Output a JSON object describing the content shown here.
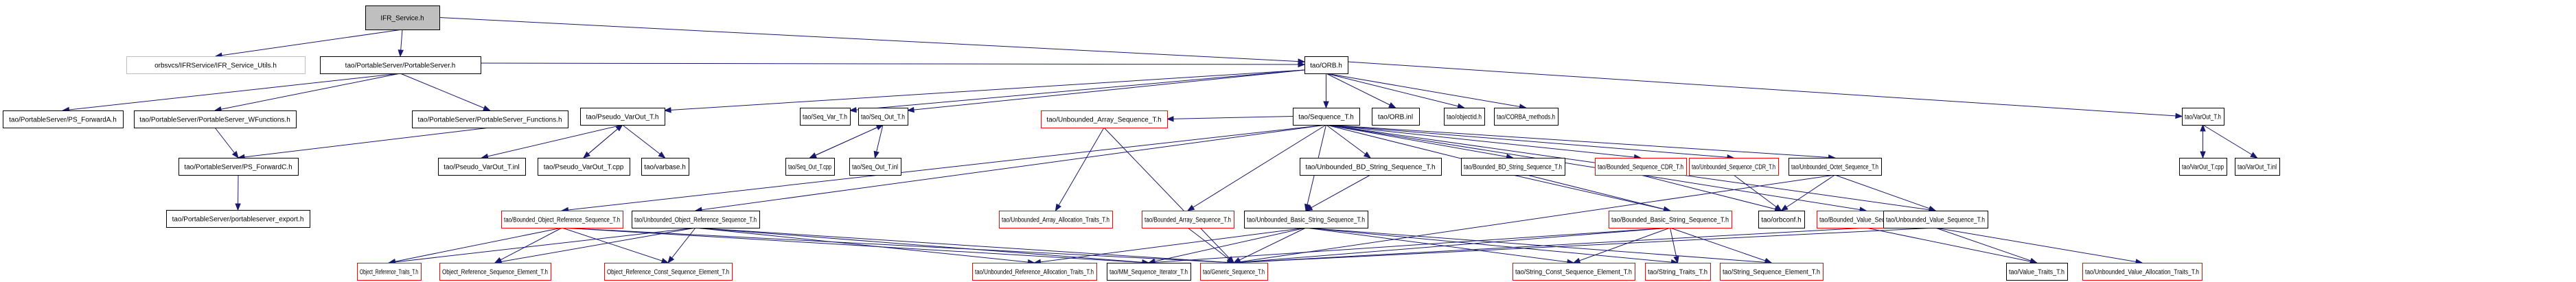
{
  "title": "IFR_Service.h include dependency graph",
  "colors": {
    "edge": "#191970",
    "root_fill": "#bfbfbf",
    "normal_border": "#000000",
    "missing_border": "#bfbfbf",
    "truncated_border": "#ff0000"
  },
  "nodes": [
    {
      "id": "ifr_service",
      "label": "IFR_Service.h",
      "kind": "root"
    },
    {
      "id": "ifr_utils",
      "label": "orbsvcs/IFRService/IFR_Service_Utils.h",
      "kind": "missing"
    },
    {
      "id": "ps_h",
      "label": "tao/PortableServer/PortableServer.h",
      "kind": "normal"
    },
    {
      "id": "ps_fwdA",
      "label": "tao/PortableServer/PS_ForwardA.h",
      "kind": "normal"
    },
    {
      "id": "ps_wfunc",
      "label": "tao/PortableServer/PortableServer_WFunctions.h",
      "kind": "normal"
    },
    {
      "id": "ps_func",
      "label": "tao/PortableServer/PortableServer_Functions.h",
      "kind": "normal"
    },
    {
      "id": "ps_fwdC",
      "label": "tao/PortableServer/PS_ForwardC.h",
      "kind": "normal"
    },
    {
      "id": "ps_export",
      "label": "tao/PortableServer/portableserver_export.h",
      "kind": "normal"
    },
    {
      "id": "orb_h",
      "label": "tao/ORB.h",
      "kind": "normal"
    },
    {
      "id": "pvo_h",
      "label": "tao/Pseudo_VarOut_T.h",
      "kind": "normal"
    },
    {
      "id": "pvo_inl",
      "label": "tao/Pseudo_VarOut_T.inl",
      "kind": "normal"
    },
    {
      "id": "pvo_cpp",
      "label": "tao/Pseudo_VarOut_T.cpp",
      "kind": "normal"
    },
    {
      "id": "varbase",
      "label": "tao/varbase.h",
      "kind": "normal"
    },
    {
      "id": "seqvar",
      "label": "tao/Seq_Var_T.h",
      "kind": "normal"
    },
    {
      "id": "seqout_h",
      "label": "tao/Seq_Out_T.h",
      "kind": "normal"
    },
    {
      "id": "seqout_cpp",
      "label": "tao/Seq_Out_T.cpp",
      "kind": "normal"
    },
    {
      "id": "seqout_inl",
      "label": "tao/Seq_Out_T.inl",
      "kind": "normal"
    },
    {
      "id": "seq_t",
      "label": "tao/Sequence_T.h",
      "kind": "normal"
    },
    {
      "id": "orb_inl",
      "label": "tao/ORB.inl",
      "kind": "normal"
    },
    {
      "id": "objectid",
      "label": "tao/objectid.h",
      "kind": "normal"
    },
    {
      "id": "corba_m",
      "label": "tao/CORBA_methods.h",
      "kind": "normal"
    },
    {
      "id": "varout_h",
      "label": "tao/VarOut_T.h",
      "kind": "normal"
    },
    {
      "id": "varout_cpp",
      "label": "tao/VarOut_T.cpp",
      "kind": "normal"
    },
    {
      "id": "varout_inl",
      "label": "tao/VarOut_T.inl",
      "kind": "normal"
    },
    {
      "id": "ua_seq",
      "label": "tao/Unbounded_Array_Sequence_T.h",
      "kind": "truncated"
    },
    {
      "id": "ubd_str",
      "label": "tao/Unbounded_BD_String_Sequence_T.h",
      "kind": "normal"
    },
    {
      "id": "bbd_str",
      "label": "tao/Bounded_BD_String_Sequence_T.h",
      "kind": "normal"
    },
    {
      "id": "b_cdr",
      "label": "tao/Bounded_Sequence_CDR_T.h",
      "kind": "truncated"
    },
    {
      "id": "u_cdr",
      "label": "tao/Unbounded_Sequence_CDR_T.h",
      "kind": "truncated"
    },
    {
      "id": "u_octet",
      "label": "tao/Unbounded_Octet_Sequence_T.h",
      "kind": "normal"
    },
    {
      "id": "b_objref",
      "label": "tao/Bounded_Object_Reference_Sequence_T.h",
      "kind": "truncated"
    },
    {
      "id": "u_objref",
      "label": "tao/Unbounded_Object_Reference_Sequence_T.h",
      "kind": "normal"
    },
    {
      "id": "ua_alloc",
      "label": "tao/Unbounded_Array_Allocation_Traits_T.h",
      "kind": "truncated"
    },
    {
      "id": "ba_seq",
      "label": "tao/Bounded_Array_Sequence_T.h",
      "kind": "truncated"
    },
    {
      "id": "ubs_str",
      "label": "tao/Unbounded_Basic_String_Sequence_T.h",
      "kind": "normal"
    },
    {
      "id": "bbs_str",
      "label": "tao/Bounded_Basic_String_Sequence_T.h",
      "kind": "truncated"
    },
    {
      "id": "orbconf",
      "label": "tao/orbconf.h",
      "kind": "normal"
    },
    {
      "id": "bv_seq",
      "label": "tao/Bounded_Value_Sequence_T.h",
      "kind": "truncated"
    },
    {
      "id": "uv_seq",
      "label": "tao/Unbounded_Value_Sequence_T.h",
      "kind": "normal"
    },
    {
      "id": "or_traits",
      "label": "Object_Reference_Traits_T.h",
      "kind": "truncated"
    },
    {
      "id": "or_elem",
      "label": "Object_Reference_Sequence_Element_T.h",
      "kind": "truncated"
    },
    {
      "id": "or_celem",
      "label": "Object_Reference_Const_Sequence_Element_T.h",
      "kind": "truncated"
    },
    {
      "id": "ur_alloc",
      "label": "tao/Unbounded_Reference_Allocation_Traits_T.h",
      "kind": "truncated"
    },
    {
      "id": "mm_iter",
      "label": "tao/MM_Sequence_Iterator_T.h",
      "kind": "normal"
    },
    {
      "id": "generic",
      "label": "tao/Generic_Sequence_T.h",
      "kind": "truncated"
    },
    {
      "id": "str_celem",
      "label": "tao/String_Const_Sequence_Element_T.h",
      "kind": "truncated"
    },
    {
      "id": "str_traits",
      "label": "tao/String_Traits_T.h",
      "kind": "truncated"
    },
    {
      "id": "str_elem",
      "label": "tao/String_Sequence_Element_T.h",
      "kind": "truncated"
    },
    {
      "id": "val_traits",
      "label": "tao/Value_Traits_T.h",
      "kind": "normal"
    },
    {
      "id": "uv_alloc",
      "label": "tao/Unbounded_Value_Allocation_Traits_T.h",
      "kind": "truncated"
    }
  ],
  "edges": [
    [
      "ifr_service",
      "ifr_utils"
    ],
    [
      "ifr_service",
      "ps_h"
    ],
    [
      "ifr_service",
      "orb_h"
    ],
    [
      "ps_h",
      "ps_fwdA"
    ],
    [
      "ps_h",
      "ps_wfunc"
    ],
    [
      "ps_h",
      "ps_func"
    ],
    [
      "ps_h",
      "orb_h"
    ],
    [
      "ps_wfunc",
      "ps_fwdC"
    ],
    [
      "ps_func",
      "ps_fwdC"
    ],
    [
      "ps_fwdC",
      "ps_export"
    ],
    [
      "orb_h",
      "pvo_h"
    ],
    [
      "orb_h",
      "seqvar"
    ],
    [
      "orb_h",
      "seqout_h"
    ],
    [
      "orb_h",
      "seq_t"
    ],
    [
      "orb_h",
      "orb_inl"
    ],
    [
      "orb_h",
      "objectid"
    ],
    [
      "orb_h",
      "corba_m"
    ],
    [
      "orb_h",
      "varout_h"
    ],
    [
      "pvo_h",
      "pvo_inl"
    ],
    [
      "pvo_h",
      "pvo_cpp"
    ],
    [
      "pvo_cpp",
      "pvo_h"
    ],
    [
      "pvo_h",
      "varbase"
    ],
    [
      "seqout_h",
      "seqout_cpp"
    ],
    [
      "seqout_cpp",
      "seqout_h"
    ],
    [
      "seqout_h",
      "seqout_inl"
    ],
    [
      "varout_h",
      "varout_cpp"
    ],
    [
      "varout_cpp",
      "varout_h"
    ],
    [
      "varout_h",
      "varout_inl"
    ],
    [
      "seq_t",
      "ua_seq"
    ],
    [
      "seq_t",
      "ubd_str"
    ],
    [
      "seq_t",
      "bbd_str"
    ],
    [
      "seq_t",
      "b_cdr"
    ],
    [
      "seq_t",
      "u_cdr"
    ],
    [
      "seq_t",
      "u_octet"
    ],
    [
      "seq_t",
      "b_objref"
    ],
    [
      "seq_t",
      "u_objref"
    ],
    [
      "seq_t",
      "ba_seq"
    ],
    [
      "seq_t",
      "ubs_str"
    ],
    [
      "seq_t",
      "bbs_str"
    ],
    [
      "seq_t",
      "bv_seq"
    ],
    [
      "seq_t",
      "uv_seq"
    ],
    [
      "ua_seq",
      "ua_alloc"
    ],
    [
      "ua_seq",
      "generic"
    ],
    [
      "ubd_str",
      "ubs_str"
    ],
    [
      "bbd_str",
      "bbs_str"
    ],
    [
      "b_cdr",
      "orbconf"
    ],
    [
      "u_cdr",
      "orbconf"
    ],
    [
      "u_octet",
      "orbconf"
    ],
    [
      "u_octet",
      "uv_seq"
    ],
    [
      "u_octet",
      "generic"
    ],
    [
      "b_objref",
      "or_traits"
    ],
    [
      "b_objref",
      "or_elem"
    ],
    [
      "b_objref",
      "or_celem"
    ],
    [
      "b_objref",
      "mm_iter"
    ],
    [
      "b_objref",
      "generic"
    ],
    [
      "u_objref",
      "or_traits"
    ],
    [
      "u_objref",
      "or_elem"
    ],
    [
      "u_objref",
      "or_celem"
    ],
    [
      "u_objref",
      "ur_alloc"
    ],
    [
      "u_objref",
      "mm_iter"
    ],
    [
      "u_objref",
      "generic"
    ],
    [
      "ba_seq",
      "generic"
    ],
    [
      "ubs_str",
      "ur_alloc"
    ],
    [
      "ubs_str",
      "generic"
    ],
    [
      "ubs_str",
      "str_celem"
    ],
    [
      "ubs_str",
      "str_traits"
    ],
    [
      "ubs_str",
      "str_elem"
    ],
    [
      "ubs_str",
      "mm_iter"
    ],
    [
      "bbs_str",
      "generic"
    ],
    [
      "bbs_str",
      "str_celem"
    ],
    [
      "bbs_str",
      "str_traits"
    ],
    [
      "bbs_str",
      "str_elem"
    ],
    [
      "bbs_str",
      "mm_iter"
    ],
    [
      "bv_seq",
      "val_traits"
    ],
    [
      "bv_seq",
      "generic"
    ],
    [
      "uv_seq",
      "val_traits"
    ],
    [
      "uv_seq",
      "uv_alloc"
    ],
    [
      "uv_seq",
      "generic"
    ]
  ]
}
